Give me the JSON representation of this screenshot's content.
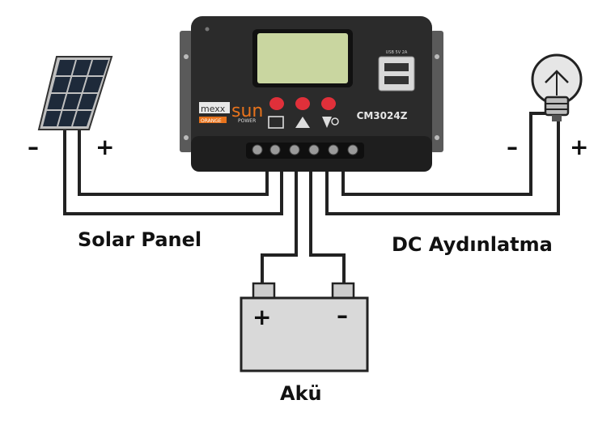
{
  "labels": {
    "solar_panel": "Solar Panel",
    "dc_lighting": "DC Aydınlatma",
    "battery": "Akü"
  },
  "signs": {
    "panel_minus": "–",
    "panel_plus": "+",
    "lamp_minus": "–",
    "lamp_plus": "+",
    "battery_plus": "+",
    "battery_minus": "–"
  },
  "controller": {
    "brand_mexx": "mexx",
    "brand_sun": "sun",
    "tagline_orange": "ORANGE",
    "tagline_power": "POWER",
    "model": "CM3024Z",
    "usb_label": "USB 5V 2A"
  },
  "colors": {
    "wire": "#222222",
    "controller_body": "#2b2b2b",
    "lcd": "#c9d6a0",
    "button": "#e0303a",
    "brand_orange": "#e8731c",
    "battery_fill": "#d9d9d9",
    "panel_cell": "#1e2a3a"
  }
}
